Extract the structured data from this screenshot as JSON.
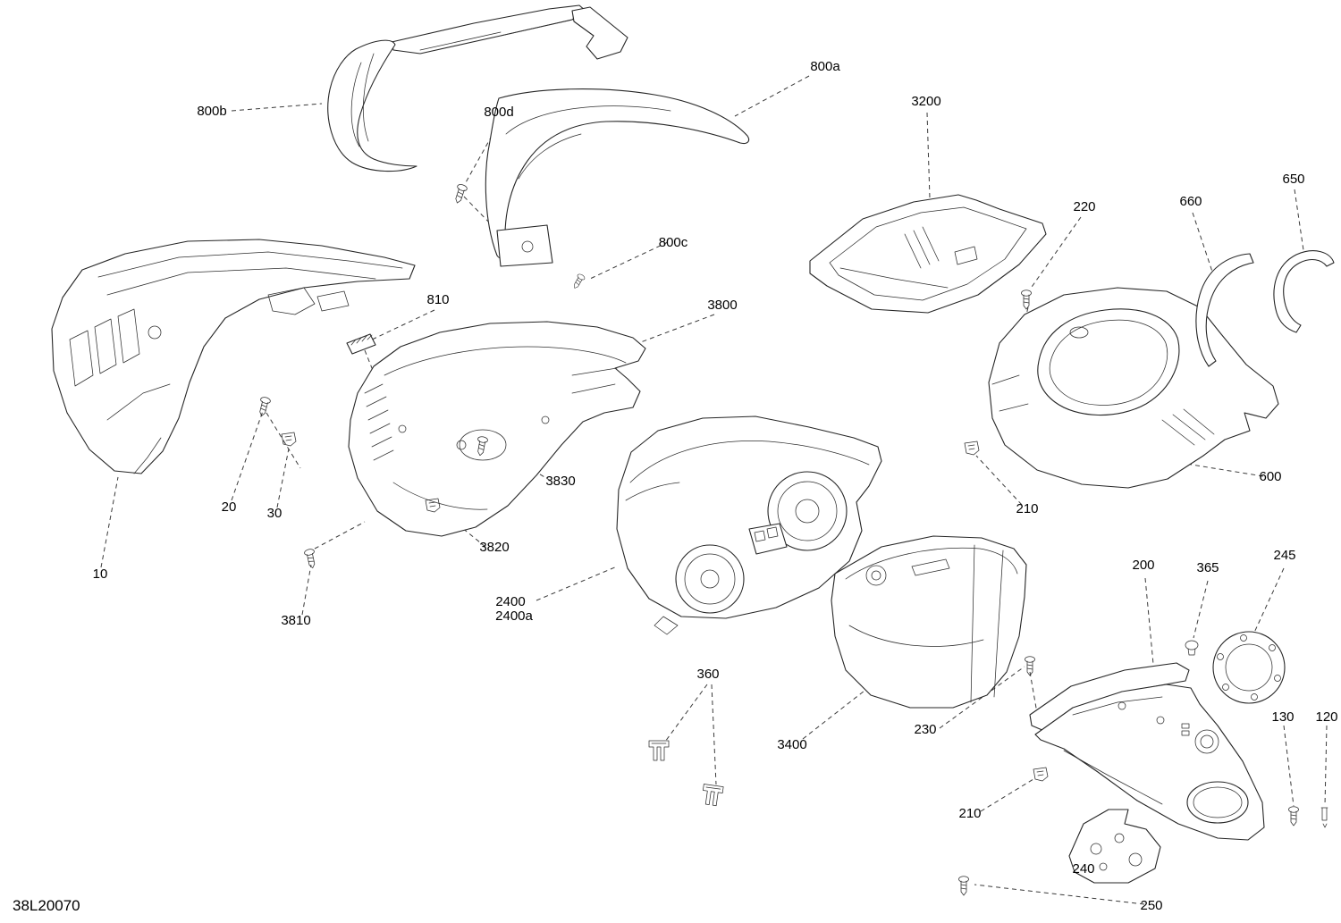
{
  "diagram": {
    "drawing_id": "38L20070",
    "type": "exploded-parts-diagram",
    "colors": {
      "background": "#ffffff",
      "line": "#262626",
      "label": "#000000"
    },
    "callouts": [
      {
        "label": "800a"
      },
      {
        "label": "800b"
      },
      {
        "label": "800d"
      },
      {
        "label": "800c"
      },
      {
        "label": "3200"
      },
      {
        "label": "220"
      },
      {
        "label": "660"
      },
      {
        "label": "650"
      },
      {
        "label": "810"
      },
      {
        "label": "3800"
      },
      {
        "label": "600"
      },
      {
        "label": "210"
      },
      {
        "label": "20"
      },
      {
        "label": "30"
      },
      {
        "label": "3830"
      },
      {
        "label": "3820"
      },
      {
        "label": "10"
      },
      {
        "label": "3810"
      },
      {
        "label": "2400"
      },
      {
        "label": "2400a"
      },
      {
        "label": "3400"
      },
      {
        "label": "360"
      },
      {
        "label": "230"
      },
      {
        "label": "200"
      },
      {
        "label": "365"
      },
      {
        "label": "245"
      },
      {
        "label": "130"
      },
      {
        "label": "120"
      },
      {
        "label": "210"
      },
      {
        "label": "240"
      },
      {
        "label": "250"
      }
    ]
  }
}
